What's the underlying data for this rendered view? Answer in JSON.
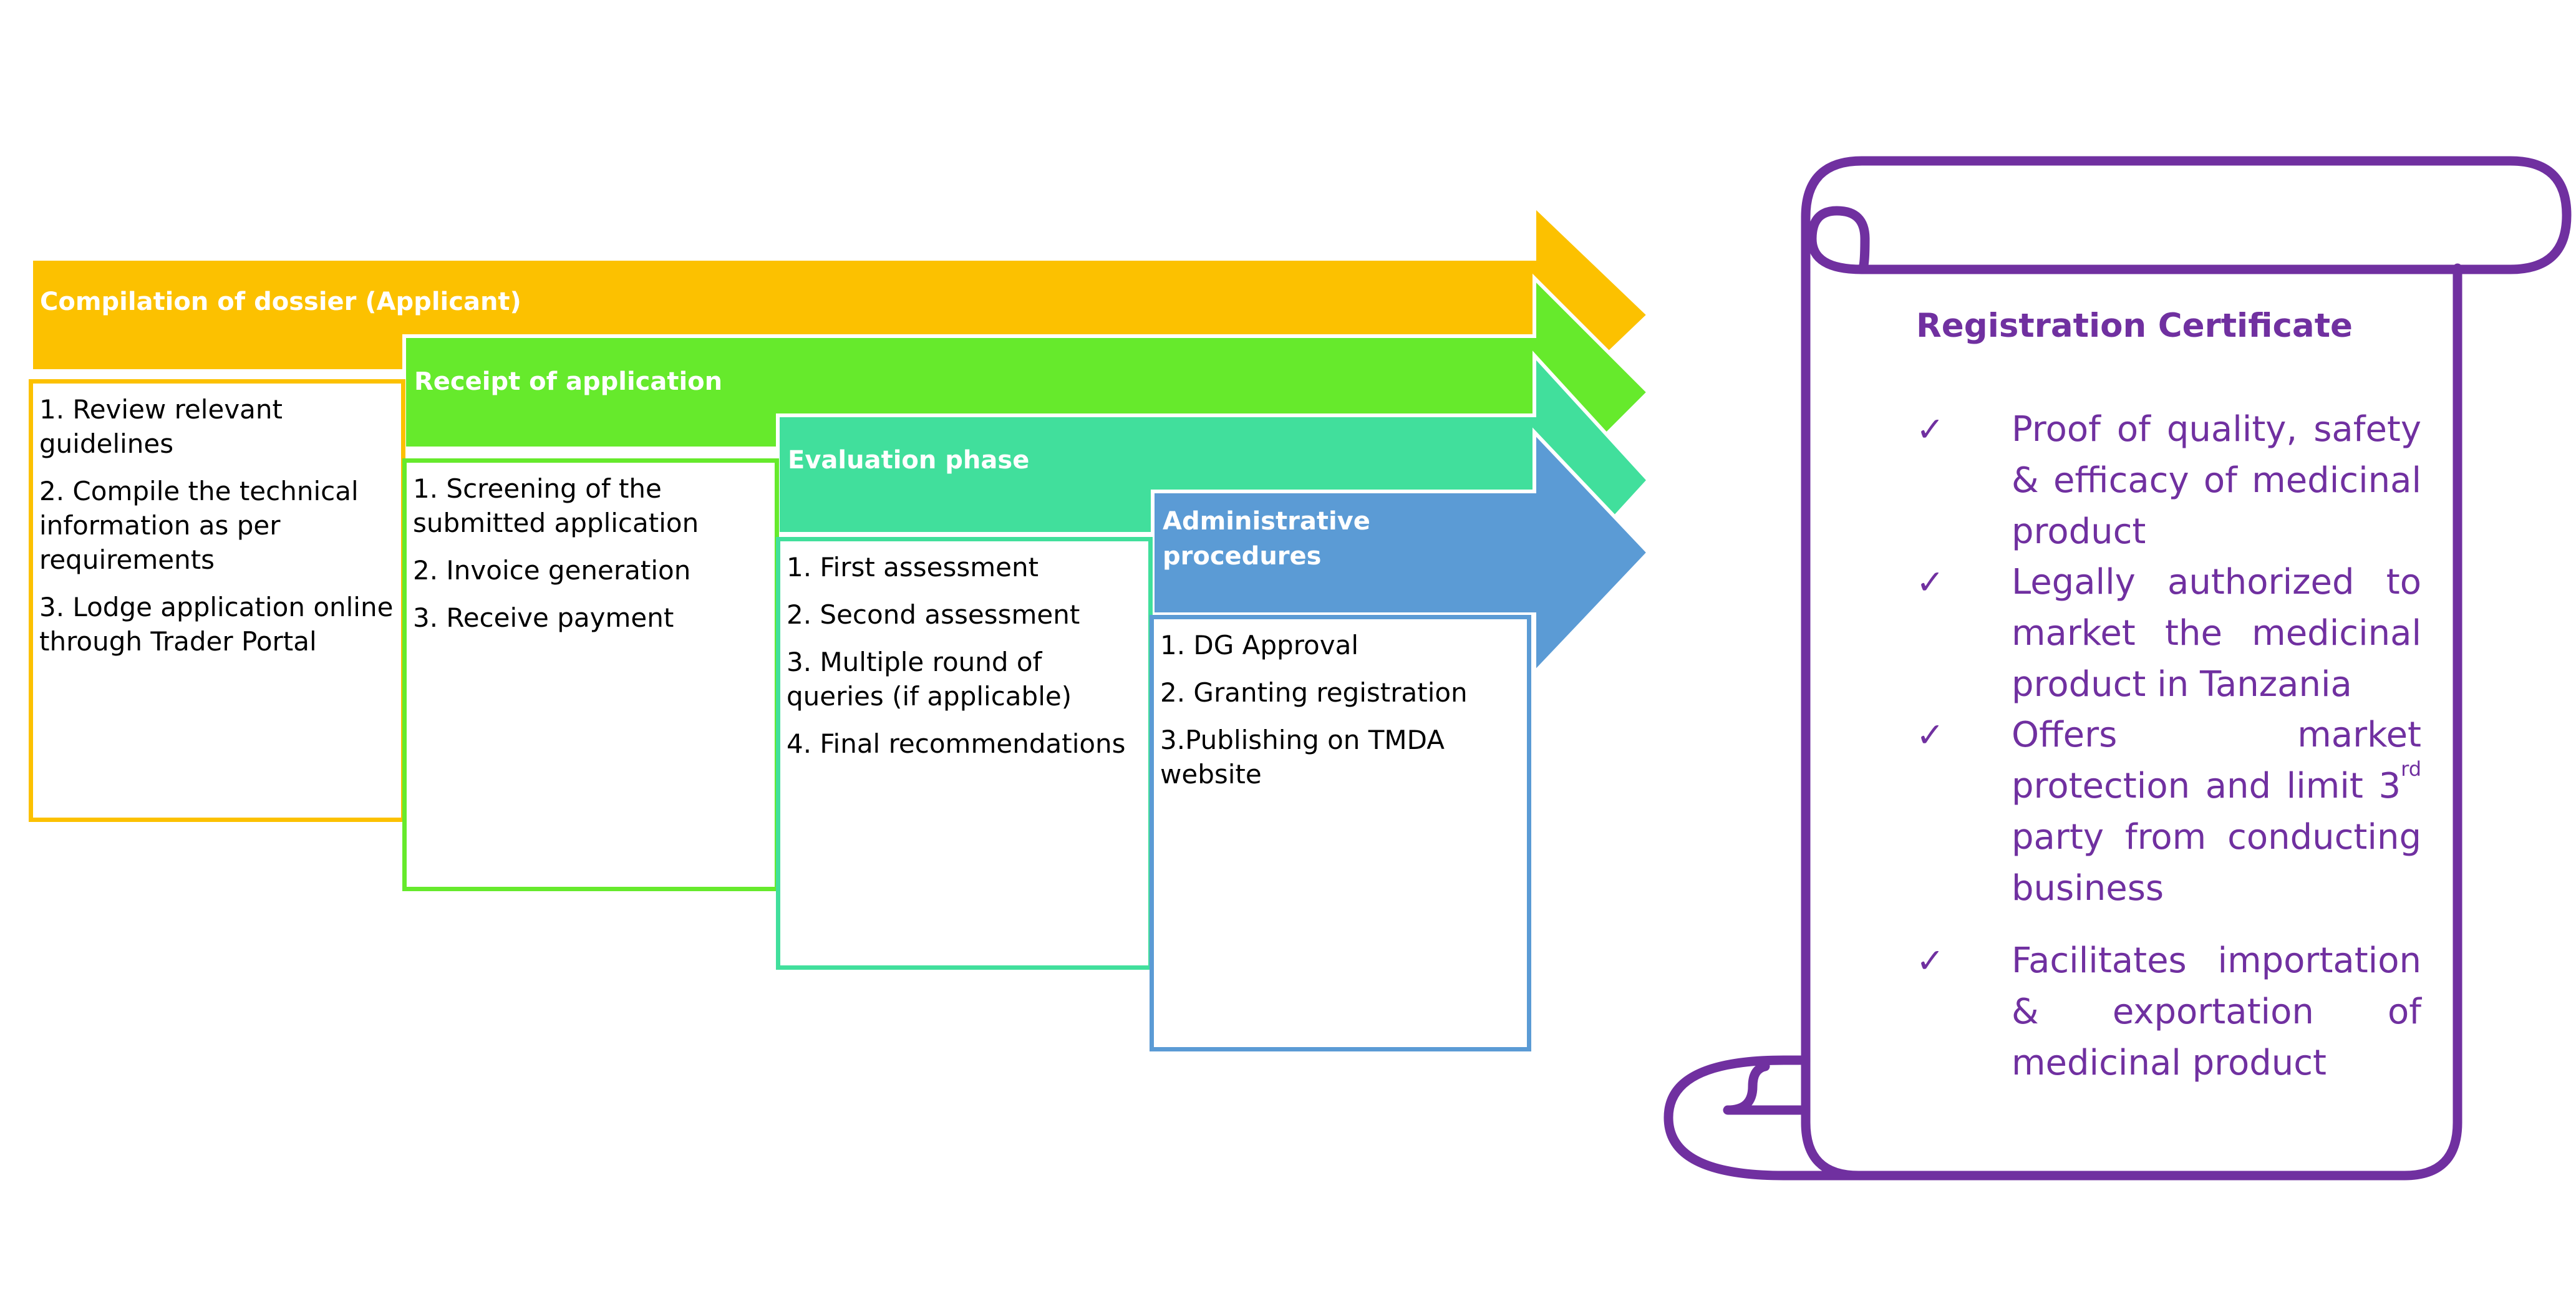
{
  "colors": {
    "compile": "#FCC100",
    "receipt": "#66EA2C",
    "evaluation": "#41DF9C",
    "administrative": "#5B9BD5",
    "certificate": "#7030A0"
  },
  "steps": [
    {
      "title": "Compilation of dossier (Applicant)",
      "items": [
        "1. Review relevant guidelines",
        "2. Compile the technical information as per requirements",
        "3. Lodge application online through Trader Portal"
      ]
    },
    {
      "title": "Receipt of application",
      "items": [
        "1. Screening of the submitted application",
        "2. Invoice generation",
        "3. Receive payment"
      ]
    },
    {
      "title": "Evaluation phase",
      "items": [
        "1. First assessment",
        "2. Second assessment",
        "3. Multiple round of queries (if applicable)",
        "4. Final recommendations"
      ]
    },
    {
      "title": "Administrative procedures",
      "items": [
        "1. DG Approval",
        "2. Granting registration",
        "3.Publishing on TMDA website"
      ]
    }
  ],
  "certificate": {
    "title": "Registration Certificate",
    "tick_icon": "check-mark-icon",
    "benefits": [
      {
        "text": "Proof of quality, safety & efficacy of medicinal product"
      },
      {
        "text": "Legally authorized to market the medicinal product in Tanzania"
      },
      {
        "text_pre": "Offers market protection and limit 3",
        "sup": "rd",
        "text_post": " party from conducting business"
      },
      {
        "text": "Facilitates importation & exportation of medicinal product"
      }
    ]
  }
}
